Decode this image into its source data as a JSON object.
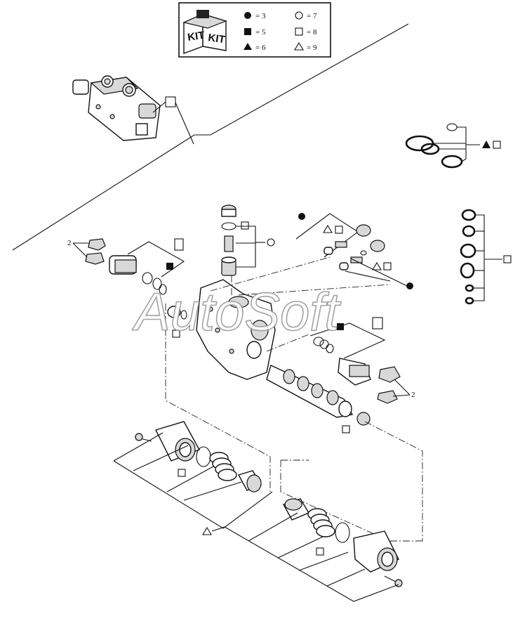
{
  "legend": {
    "kit_label": "KIT",
    "items": [
      {
        "symbol": "circle-filled",
        "text": "= 3"
      },
      {
        "symbol": "square-filled",
        "text": "= 5"
      },
      {
        "symbol": "triangle-filled",
        "text": "= 6"
      },
      {
        "symbol": "circle-open",
        "text": "= 7"
      },
      {
        "symbol": "square-open",
        "text": "= 8"
      },
      {
        "symbol": "triangle-open",
        "text": "= 9"
      }
    ]
  },
  "callouts": {
    "clip_left": "2",
    "clip_right": "2"
  },
  "watermark": "AutoSoft",
  "colors": {
    "ink": "#111111",
    "watermark_stroke": "#9a9a9a",
    "background": "#ffffff"
  }
}
